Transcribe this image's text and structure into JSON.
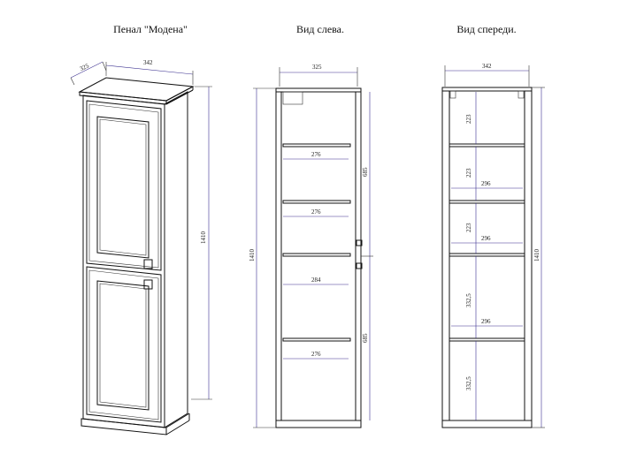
{
  "titles": {
    "iso": "Пенал \"Модена\"",
    "left": "Вид слева.",
    "front": "Вид спереди."
  },
  "iso": {
    "depth": "325",
    "width": "342",
    "height": "1410"
  },
  "left": {
    "width": "325",
    "height": "1410",
    "upper": "685",
    "lower": "685",
    "shelves": [
      "276",
      "276",
      "284",
      "276"
    ]
  },
  "front": {
    "width": "342",
    "height": "1410",
    "spacings": [
      "223",
      "223",
      "223",
      "332,5",
      "332,5"
    ],
    "shelves": [
      "296",
      "296",
      "296"
    ]
  },
  "colors": {
    "line": "#111111",
    "dimension": "#3a2f8f",
    "text": "#222222"
  }
}
